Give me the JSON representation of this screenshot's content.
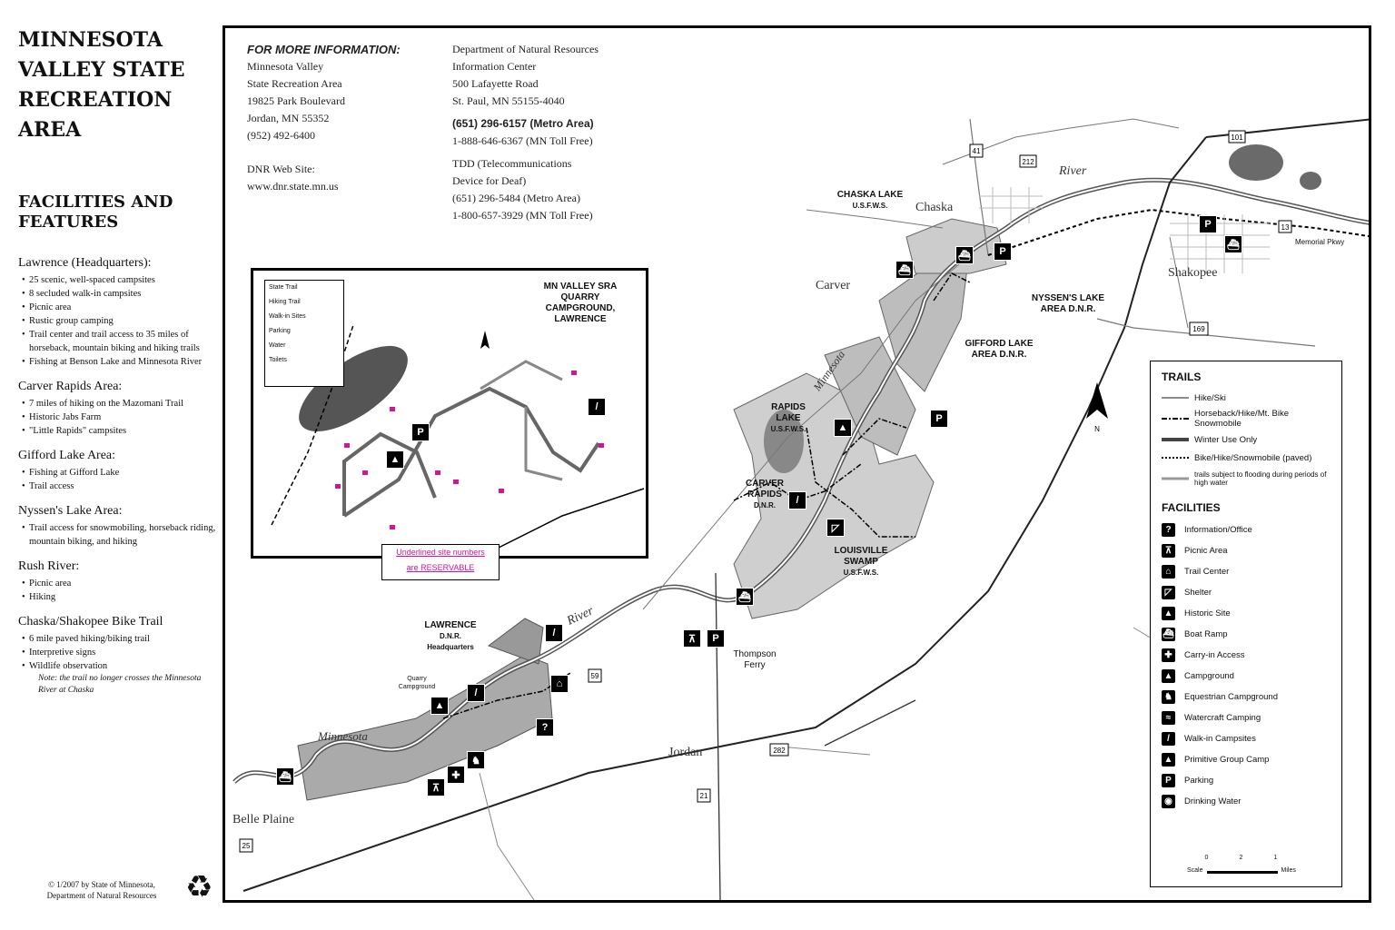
{
  "sidebar": {
    "title_lines": [
      "MINNESOTA",
      "VALLEY STATE",
      "RECREATION",
      "AREA"
    ],
    "facilities_title_lines": [
      "FACILITIES AND",
      "FEATURES"
    ],
    "sections": [
      {
        "heading": "Lawrence (Headquarters):",
        "items": [
          "25 scenic, well-spaced campsites",
          "8 secluded walk-in campsites",
          "Picnic area",
          "Rustic group camping",
          "Trail center and trail access to 35 miles of horseback, mountain biking and hiking trails",
          "Fishing at Benson Lake and Minnesota River"
        ]
      },
      {
        "heading": "Carver Rapids Area:",
        "items": [
          "7 miles of hiking on the Mazomani Trail",
          "Historic Jabs Farm",
          "\"Little Rapids\" campsites"
        ]
      },
      {
        "heading": "Gifford Lake Area:",
        "items": [
          "Fishing at Gifford Lake",
          "Trail access"
        ]
      },
      {
        "heading": "Nyssen's Lake Area:",
        "items": [
          "Trail access for snowmobiling, horseback riding, mountain biking, and hiking"
        ]
      },
      {
        "heading": "Rush River:",
        "items": [
          "Picnic area",
          "Hiking"
        ]
      },
      {
        "heading": "Chaska/Shakopee Bike Trail",
        "items": [
          "6 mile paved hiking/biking trail",
          "Interpretive signs",
          "Wildlife observation"
        ]
      }
    ],
    "note": "Note: the trail no longer crosses the Minnesota River at Chaska",
    "copyright_lines": [
      "© 1/2007 by State of Minnesota,",
      "Department of Natural Resources"
    ],
    "recycle_icon": "recycle-icon"
  },
  "info": {
    "heading": "FOR MORE INFORMATION:",
    "park_lines": [
      "Minnesota Valley",
      "State Recreation Area",
      "19825 Park Boulevard",
      "Jordan, MN 55352",
      "(952) 492-6400"
    ],
    "web_lines": [
      "DNR Web Site:",
      "www.dnr.state.mn.us"
    ],
    "dnr_lines": [
      "Department of Natural Resources",
      "Information Center",
      "500 Lafayette Road",
      "St. Paul, MN 55155-4040"
    ],
    "phone_bold": "(651) 296-6157 (Metro Area)",
    "phone_toll": "1-888-646-6367 (MN Toll Free)",
    "tdd_lines": [
      "TDD (Telecommunications",
      "Device for Deaf)",
      "(651) 296-5484 (Metro Area)",
      "1-800-657-3929 (MN Toll Free)"
    ]
  },
  "inset": {
    "title_lines": [
      "MN VALLEY SRA",
      "QUARRY",
      "CAMPGROUND,",
      "LAWRENCE"
    ],
    "legend": [
      "State Trail",
      "Hiking Trail",
      "Walk-in Sites",
      "Parking",
      "Water",
      "Toilets"
    ],
    "reservation_lines": [
      "Underlined site numbers",
      "are RESERVABLE"
    ]
  },
  "map_labels": {
    "chaska_lake": [
      "CHASKA LAKE",
      "U.S.F.W.S."
    ],
    "nyssens": [
      "NYSSEN'S LAKE",
      "AREA D.N.R."
    ],
    "gifford": [
      "GIFFORD LAKE",
      "AREA D.N.R."
    ],
    "rapids": [
      "RAPIDS",
      "LAKE",
      "U.S.F.W.S."
    ],
    "carver_rapids": [
      "CARVER",
      "RAPIDS",
      "D.N.R."
    ],
    "louisville": [
      "LOUISVILLE",
      "SWAMP",
      "U.S.F.W.S."
    ],
    "lawrence": [
      "LAWRENCE",
      "D.N.R.",
      "Headquarters"
    ],
    "thompson": [
      "Thompson",
      "Ferry"
    ],
    "quarry": [
      "Quarry",
      "Campground"
    ],
    "river_top": "River",
    "river_mid": "River",
    "minnesota_mid": "Minnesota",
    "minnesota_low": "Minnesota",
    "memorial": "Memorial Pkwy"
  },
  "towns": {
    "chaska": "Chaska",
    "carver": "Carver",
    "shakopee": "Shakopee",
    "jordan": "Jordan",
    "belle_plaine": "Belle Plaine"
  },
  "routes": [
    "41",
    "212",
    "169",
    "101",
    "13",
    "21",
    "282",
    "25",
    "59"
  ],
  "legend": {
    "trails_heading": "TRAILS",
    "trails": [
      "Hike/Ski",
      "Horseback/Hike/Mt. Bike Snowmobile",
      "Winter Use Only",
      "Bike/Hike/Snowmobile (paved)",
      "trails subject to flooding during periods of high water"
    ],
    "facilities_heading": "FACILITIES",
    "facilities": [
      {
        "label": "Information/Office",
        "icon": "info-icon",
        "glyph": "?"
      },
      {
        "label": "Picnic Area",
        "icon": "picnic-icon",
        "glyph": "⊼"
      },
      {
        "label": "Trail Center",
        "icon": "trail-center-icon",
        "glyph": "⌂"
      },
      {
        "label": "Shelter",
        "icon": "shelter-icon",
        "glyph": "◸"
      },
      {
        "label": "Historic Site",
        "icon": "historic-site-icon",
        "glyph": "▲"
      },
      {
        "label": "Boat Ramp",
        "icon": "boat-ramp-icon",
        "glyph": "⛴"
      },
      {
        "label": "Carry-in Access",
        "icon": "carry-in-icon",
        "glyph": "✚"
      },
      {
        "label": "Campground",
        "icon": "campground-icon",
        "glyph": "▲"
      },
      {
        "label": "Equestrian Campground",
        "icon": "equestrian-icon",
        "glyph": "♞"
      },
      {
        "label": "Watercraft Camping",
        "icon": "watercraft-icon",
        "glyph": "≈"
      },
      {
        "label": "Walk-in Campsites",
        "icon": "walk-in-icon",
        "glyph": "/"
      },
      {
        "label": "Primitive Group Camp",
        "icon": "group-camp-icon",
        "glyph": "▲"
      },
      {
        "label": "Parking",
        "icon": "parking-icon",
        "glyph": "P"
      },
      {
        "label": "Drinking Water",
        "icon": "water-icon",
        "glyph": "◉"
      }
    ],
    "scale_label": "Scale",
    "scale_ticks": [
      "0",
      "2",
      "1"
    ],
    "scale_unit": "Miles"
  }
}
